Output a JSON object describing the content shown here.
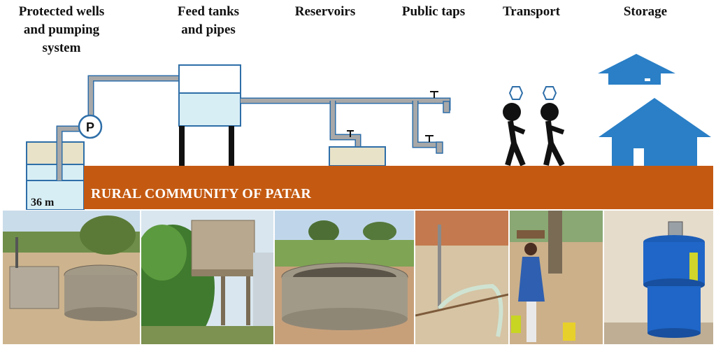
{
  "stages": [
    {
      "id": "wells",
      "label": "Protected wells\nand pumping\nsystem"
    },
    {
      "id": "tanks",
      "label": "Feed tanks\nand pipes"
    },
    {
      "id": "reservoirs",
      "label": "Reservoirs"
    },
    {
      "id": "taps",
      "label": "Public taps"
    },
    {
      "id": "transport",
      "label": "Transport"
    },
    {
      "id": "storage",
      "label": "Storage"
    }
  ],
  "pump_symbol": "P",
  "well_depth": "36 m",
  "community_label": "RURAL COMMUNITY OF PATAR",
  "colors": {
    "pipe": "#a8a8a8",
    "pipe_edge": "#2e6ea8",
    "water": "#d7eef5",
    "sand": "#e8e2c8",
    "band": "#c45a12",
    "house": "#2a7fc6"
  },
  "photos": [
    {
      "id": "well-photo",
      "subject": "well"
    },
    {
      "id": "tank-photo",
      "subject": "tank"
    },
    {
      "id": "reservoir-photo",
      "subject": "reservoir"
    },
    {
      "id": "tap-photo",
      "subject": "tap"
    },
    {
      "id": "transport-photo",
      "subject": "transport"
    },
    {
      "id": "storage-photo",
      "subject": "storage"
    }
  ]
}
